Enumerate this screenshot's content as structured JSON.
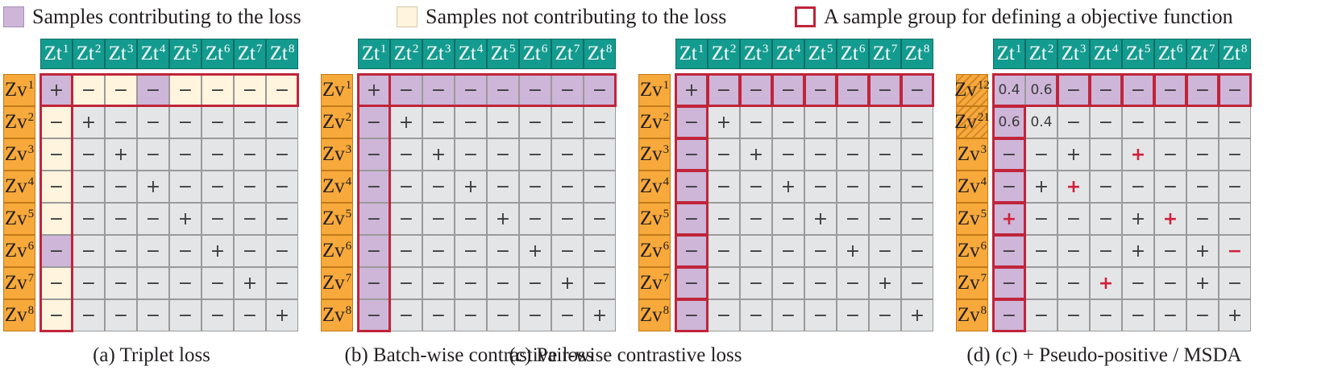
{
  "legend": [
    {
      "swatch": "purple",
      "label": "Samples contributing to the loss"
    },
    {
      "swatch": "cream",
      "label": "Samples not contributing to the loss"
    },
    {
      "swatch": "red-outline",
      "label": "A sample group for defining a objective function"
    }
  ],
  "colors": {
    "header_teal": "#149b8f",
    "row_orange": "#f7a93b",
    "contributing_purple": "#cdb6d8",
    "not_contributing_cream": "#fff4dd",
    "cell_gray": "#e4e5e7",
    "group_red": "#c0243a"
  },
  "column_labels": [
    {
      "base": "Zt",
      "sup": "1"
    },
    {
      "base": "Zt",
      "sup": "2"
    },
    {
      "base": "Zt",
      "sup": "3"
    },
    {
      "base": "Zt",
      "sup": "4"
    },
    {
      "base": "Zt",
      "sup": "5"
    },
    {
      "base": "Zt",
      "sup": "6"
    },
    {
      "base": "Zt",
      "sup": "7"
    },
    {
      "base": "Zt",
      "sup": "8"
    }
  ],
  "panels": [
    {
      "id": "a",
      "caption": "(a) Triplet loss",
      "row_labels": [
        {
          "base": "Zv",
          "sup": "1"
        },
        {
          "base": "Zv",
          "sup": "2"
        },
        {
          "base": "Zv",
          "sup": "3"
        },
        {
          "base": "Zv",
          "sup": "4"
        },
        {
          "base": "Zv",
          "sup": "5"
        },
        {
          "base": "Zv",
          "sup": "6"
        },
        {
          "base": "Zv",
          "sup": "7"
        },
        {
          "base": "Zv",
          "sup": "8"
        }
      ],
      "cells": [
        [
          "+",
          "−",
          "−",
          "−",
          "−",
          "−",
          "−",
          "−"
        ],
        [
          "−",
          "+",
          "−",
          "−",
          "−",
          "−",
          "−",
          "−"
        ],
        [
          "−",
          "−",
          "+",
          "−",
          "−",
          "−",
          "−",
          "−"
        ],
        [
          "−",
          "−",
          "−",
          "+",
          "−",
          "−",
          "−",
          "−"
        ],
        [
          "−",
          "−",
          "−",
          "−",
          "+",
          "−",
          "−",
          "−"
        ],
        [
          "−",
          "−",
          "−",
          "−",
          "−",
          "+",
          "−",
          "−"
        ],
        [
          "−",
          "−",
          "−",
          "−",
          "−",
          "−",
          "+",
          "−"
        ],
        [
          "−",
          "−",
          "−",
          "−",
          "−",
          "−",
          "−",
          "+"
        ]
      ],
      "fills": [
        [
          "P",
          "C",
          "C",
          "P",
          "C",
          "C",
          "C",
          "C"
        ],
        [
          "C",
          "G",
          "G",
          "G",
          "G",
          "G",
          "G",
          "G"
        ],
        [
          "C",
          "G",
          "G",
          "G",
          "G",
          "G",
          "G",
          "G"
        ],
        [
          "C",
          "G",
          "G",
          "G",
          "G",
          "G",
          "G",
          "G"
        ],
        [
          "C",
          "G",
          "G",
          "G",
          "G",
          "G",
          "G",
          "G"
        ],
        [
          "P",
          "G",
          "G",
          "G",
          "G",
          "G",
          "G",
          "G"
        ],
        [
          "C",
          "G",
          "G",
          "G",
          "G",
          "G",
          "G",
          "G"
        ],
        [
          "C",
          "G",
          "G",
          "G",
          "G",
          "G",
          "G",
          "G"
        ]
      ],
      "groups": [
        "row0-all",
        "col0-all"
      ]
    },
    {
      "id": "b",
      "caption": "(b) Batch-wise contrastive loss",
      "row_labels": [
        {
          "base": "Zv",
          "sup": "1"
        },
        {
          "base": "Zv",
          "sup": "2"
        },
        {
          "base": "Zv",
          "sup": "3"
        },
        {
          "base": "Zv",
          "sup": "4"
        },
        {
          "base": "Zv",
          "sup": "5"
        },
        {
          "base": "Zv",
          "sup": "6"
        },
        {
          "base": "Zv",
          "sup": "7"
        },
        {
          "base": "Zv",
          "sup": "8"
        }
      ],
      "cells": [
        [
          "+",
          "−",
          "−",
          "−",
          "−",
          "−",
          "−",
          "−"
        ],
        [
          "−",
          "+",
          "−",
          "−",
          "−",
          "−",
          "−",
          "−"
        ],
        [
          "−",
          "−",
          "+",
          "−",
          "−",
          "−",
          "−",
          "−"
        ],
        [
          "−",
          "−",
          "−",
          "+",
          "−",
          "−",
          "−",
          "−"
        ],
        [
          "−",
          "−",
          "−",
          "−",
          "+",
          "−",
          "−",
          "−"
        ],
        [
          "−",
          "−",
          "−",
          "−",
          "−",
          "+",
          "−",
          "−"
        ],
        [
          "−",
          "−",
          "−",
          "−",
          "−",
          "−",
          "+",
          "−"
        ],
        [
          "−",
          "−",
          "−",
          "−",
          "−",
          "−",
          "−",
          "+"
        ]
      ],
      "fills": [
        [
          "P",
          "P",
          "P",
          "P",
          "P",
          "P",
          "P",
          "P"
        ],
        [
          "P",
          "G",
          "G",
          "G",
          "G",
          "G",
          "G",
          "G"
        ],
        [
          "P",
          "G",
          "G",
          "G",
          "G",
          "G",
          "G",
          "G"
        ],
        [
          "P",
          "G",
          "G",
          "G",
          "G",
          "G",
          "G",
          "G"
        ],
        [
          "P",
          "G",
          "G",
          "G",
          "G",
          "G",
          "G",
          "G"
        ],
        [
          "P",
          "G",
          "G",
          "G",
          "G",
          "G",
          "G",
          "G"
        ],
        [
          "P",
          "G",
          "G",
          "G",
          "G",
          "G",
          "G",
          "G"
        ],
        [
          "P",
          "G",
          "G",
          "G",
          "G",
          "G",
          "G",
          "G"
        ]
      ],
      "groups": [
        "row0-all",
        "col0-all"
      ]
    },
    {
      "id": "c",
      "caption": "(c) Pair-wise contrastive loss",
      "row_labels": [
        {
          "base": "Zv",
          "sup": "1"
        },
        {
          "base": "Zv",
          "sup": "2"
        },
        {
          "base": "Zv",
          "sup": "3"
        },
        {
          "base": "Zv",
          "sup": "4"
        },
        {
          "base": "Zv",
          "sup": "5"
        },
        {
          "base": "Zv",
          "sup": "6"
        },
        {
          "base": "Zv",
          "sup": "7"
        },
        {
          "base": "Zv",
          "sup": "8"
        }
      ],
      "cells": [
        [
          "+",
          "−",
          "−",
          "−",
          "−",
          "−",
          "−",
          "−"
        ],
        [
          "−",
          "+",
          "−",
          "−",
          "−",
          "−",
          "−",
          "−"
        ],
        [
          "−",
          "−",
          "+",
          "−",
          "−",
          "−",
          "−",
          "−"
        ],
        [
          "−",
          "−",
          "−",
          "+",
          "−",
          "−",
          "−",
          "−"
        ],
        [
          "−",
          "−",
          "−",
          "−",
          "+",
          "−",
          "−",
          "−"
        ],
        [
          "−",
          "−",
          "−",
          "−",
          "−",
          "+",
          "−",
          "−"
        ],
        [
          "−",
          "−",
          "−",
          "−",
          "−",
          "−",
          "+",
          "−"
        ],
        [
          "−",
          "−",
          "−",
          "−",
          "−",
          "−",
          "−",
          "+"
        ]
      ],
      "fills": [
        [
          "P",
          "P",
          "P",
          "P",
          "P",
          "P",
          "P",
          "P"
        ],
        [
          "P",
          "G",
          "G",
          "G",
          "G",
          "G",
          "G",
          "G"
        ],
        [
          "P",
          "G",
          "G",
          "G",
          "G",
          "G",
          "G",
          "G"
        ],
        [
          "P",
          "G",
          "G",
          "G",
          "G",
          "G",
          "G",
          "G"
        ],
        [
          "P",
          "G",
          "G",
          "G",
          "G",
          "G",
          "G",
          "G"
        ],
        [
          "P",
          "G",
          "G",
          "G",
          "G",
          "G",
          "G",
          "G"
        ],
        [
          "P",
          "G",
          "G",
          "G",
          "G",
          "G",
          "G",
          "G"
        ],
        [
          "P",
          "G",
          "G",
          "G",
          "G",
          "G",
          "G",
          "G"
        ]
      ],
      "groups": [
        "row0-pairs",
        "col0-pairs"
      ]
    },
    {
      "id": "d",
      "caption": "(d) (c) + Pseudo-positive / MSDA",
      "row_labels": [
        {
          "base": "Zv",
          "sup": "12",
          "hatched": true
        },
        {
          "base": "Zv",
          "sup": "21",
          "hatched": true
        },
        {
          "base": "Zv",
          "sup": "3"
        },
        {
          "base": "Zv",
          "sup": "4"
        },
        {
          "base": "Zv",
          "sup": "5"
        },
        {
          "base": "Zv",
          "sup": "6"
        },
        {
          "base": "Zv",
          "sup": "7"
        },
        {
          "base": "Zv",
          "sup": "8"
        }
      ],
      "cells": [
        [
          "0.4",
          "0.6",
          "−",
          "−",
          "−",
          "−",
          "−",
          "−"
        ],
        [
          "0.6",
          "0.4",
          "−",
          "−",
          "−",
          "−",
          "−",
          "−"
        ],
        [
          "−",
          "−",
          "+",
          "−",
          "+",
          "−",
          "−",
          "−"
        ],
        [
          "−",
          "+",
          "+",
          "−",
          "−",
          "−",
          "−",
          "−"
        ],
        [
          "+",
          "−",
          "−",
          "−",
          "+",
          "+",
          "−",
          "−"
        ],
        [
          "−",
          "−",
          "−",
          "−",
          "+",
          "−",
          "+",
          "−"
        ],
        [
          "−",
          "−",
          "−",
          "+",
          "−",
          "−",
          "+",
          "−"
        ],
        [
          "−",
          "−",
          "−",
          "−",
          "−",
          "−",
          "−",
          "+"
        ]
      ],
      "fills": [
        [
          "P",
          "P",
          "P",
          "P",
          "P",
          "P",
          "P",
          "P"
        ],
        [
          "P",
          "G",
          "G",
          "G",
          "G",
          "G",
          "G",
          "G"
        ],
        [
          "P",
          "G",
          "G",
          "G",
          "G",
          "G",
          "G",
          "G"
        ],
        [
          "P",
          "G",
          "G",
          "G",
          "G",
          "G",
          "G",
          "G"
        ],
        [
          "P",
          "G",
          "G",
          "G",
          "G",
          "G",
          "G",
          "G"
        ],
        [
          "P",
          "G",
          "G",
          "G",
          "G",
          "G",
          "G",
          "G"
        ],
        [
          "P",
          "G",
          "G",
          "G",
          "G",
          "G",
          "G",
          "G"
        ],
        [
          "P",
          "G",
          "G",
          "G",
          "G",
          "G",
          "G",
          "G"
        ]
      ],
      "red_symbols": [
        [
          2,
          4
        ],
        [
          3,
          2
        ],
        [
          4,
          0
        ],
        [
          4,
          5
        ],
        [
          5,
          7
        ],
        [
          6,
          3
        ]
      ],
      "groups": [
        "row0-pairs-from2",
        "row0-cells01",
        "col0-pairs-from2"
      ]
    }
  ]
}
